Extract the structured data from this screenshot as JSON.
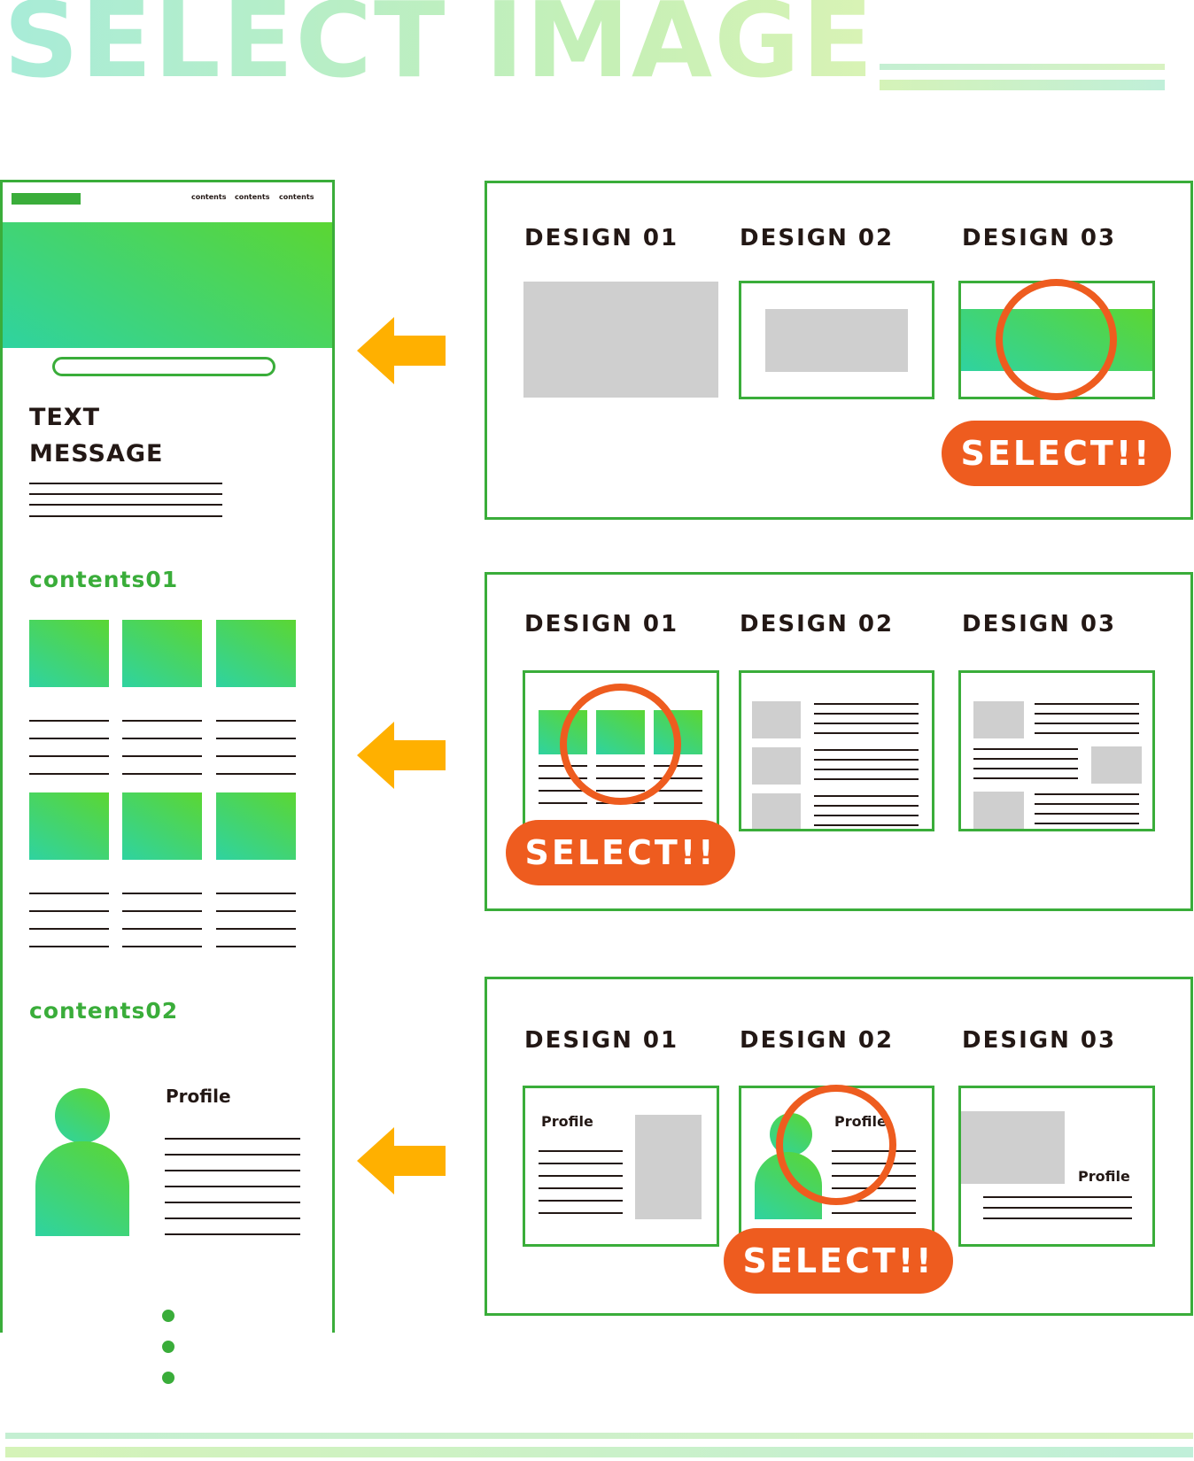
{
  "title": "SELECT IMAGE",
  "mockup": {
    "nav": [
      "contents",
      "contents",
      "contents"
    ],
    "text_message": [
      "TEXT",
      "MESSAGE"
    ],
    "contents01": "contents01",
    "contents02": "contents02",
    "profile": "Profile"
  },
  "panels": [
    {
      "labels": [
        "DESIGN 01",
        "DESIGN 02",
        "DESIGN 03"
      ],
      "selected": "DESIGN 03",
      "select_label": "SELECT!!"
    },
    {
      "labels": [
        "DESIGN 01",
        "DESIGN 02",
        "DESIGN 03"
      ],
      "selected": "DESIGN 01",
      "select_label": "SELECT!!"
    },
    {
      "labels": [
        "DESIGN 01",
        "DESIGN 02",
        "DESIGN 03"
      ],
      "selected": "DESIGN 02",
      "select_label": "SELECT!!",
      "profile_labels": [
        "Profile",
        "Profile",
        "Profile"
      ]
    }
  ],
  "colors": {
    "green": "#3aad3a",
    "orange": "#ee5c1f",
    "arrow": "#ffb000",
    "gray": "#cfcfcf"
  },
  "icons": [
    "arrow-left-icon",
    "person-icon",
    "selection-ring-icon"
  ]
}
